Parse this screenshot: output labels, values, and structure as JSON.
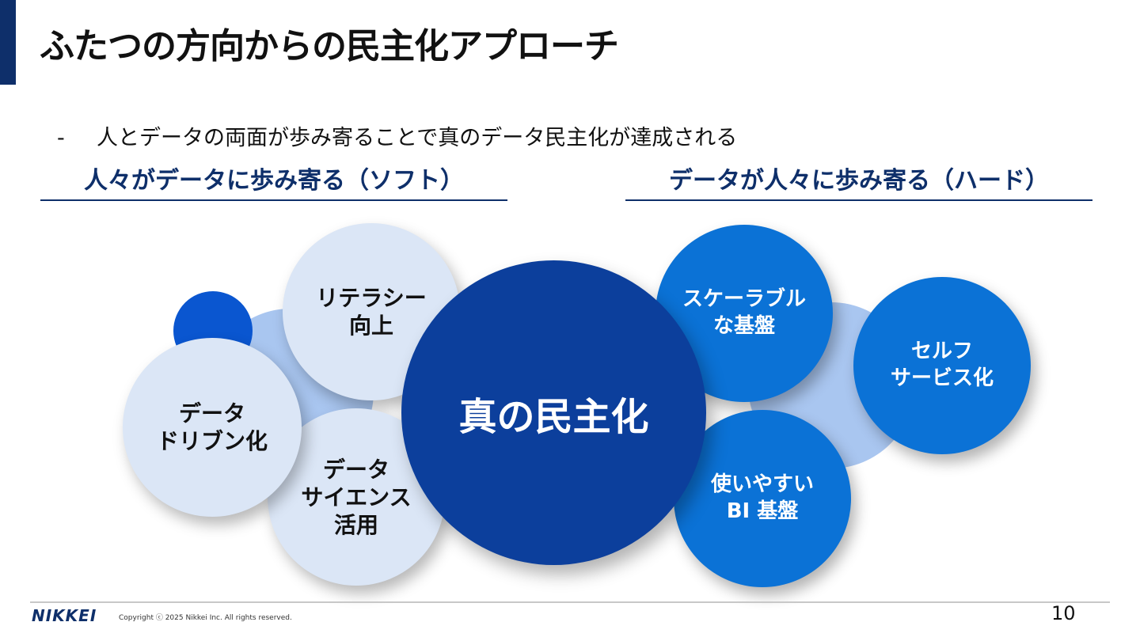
{
  "title": "ふたつの方向からの民主化アプローチ",
  "bullet": {
    "dash": "-",
    "text": "人とデータの両面が歩み寄ることで真のデータ民主化が達成される"
  },
  "sections": {
    "left": "人々がデータに歩み寄る（ソフト）",
    "right": "データが人々に歩み寄る（ハード）"
  },
  "circles": {
    "center": "真の民主化",
    "literacy": "リテラシー\n向上",
    "data_driven": "データ\nドリブン化",
    "data_science": "データ\nサイエンス\n活用",
    "scalable": "スケーラブル\nな基盤",
    "self_service": "セルフ\nサービス化",
    "bi": "使いやすい\nBI 基盤"
  },
  "colors": {
    "navy": "#0e2f6a",
    "center_blue": "#0c3f9c",
    "mid_blue": "#0b72d6",
    "light_blue": "#dbe6f6",
    "accent_blue": "#0a56d0",
    "bg_blue": "#a9c6f0"
  },
  "footer": {
    "logo": "NIKKEI",
    "copyright": "Copyright ⓒ 2025 Nikkei Inc. All rights reserved.",
    "page": "10"
  }
}
